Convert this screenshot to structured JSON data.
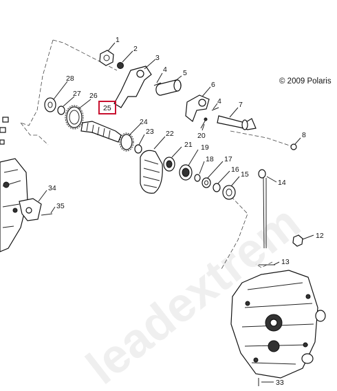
{
  "diagram": {
    "copyright": "© 2009 Polaris",
    "watermark": "leadextrem",
    "highlighted_part": "25",
    "callouts": [
      "1",
      "2",
      "3",
      "4",
      "5",
      "6",
      "4",
      "7",
      "28",
      "27",
      "26",
      "25",
      "24",
      "23",
      "22",
      "21",
      "19",
      "18",
      "17",
      "16",
      "15",
      "20",
      "8",
      "14",
      "34",
      "35",
      "12",
      "13",
      "33"
    ]
  }
}
